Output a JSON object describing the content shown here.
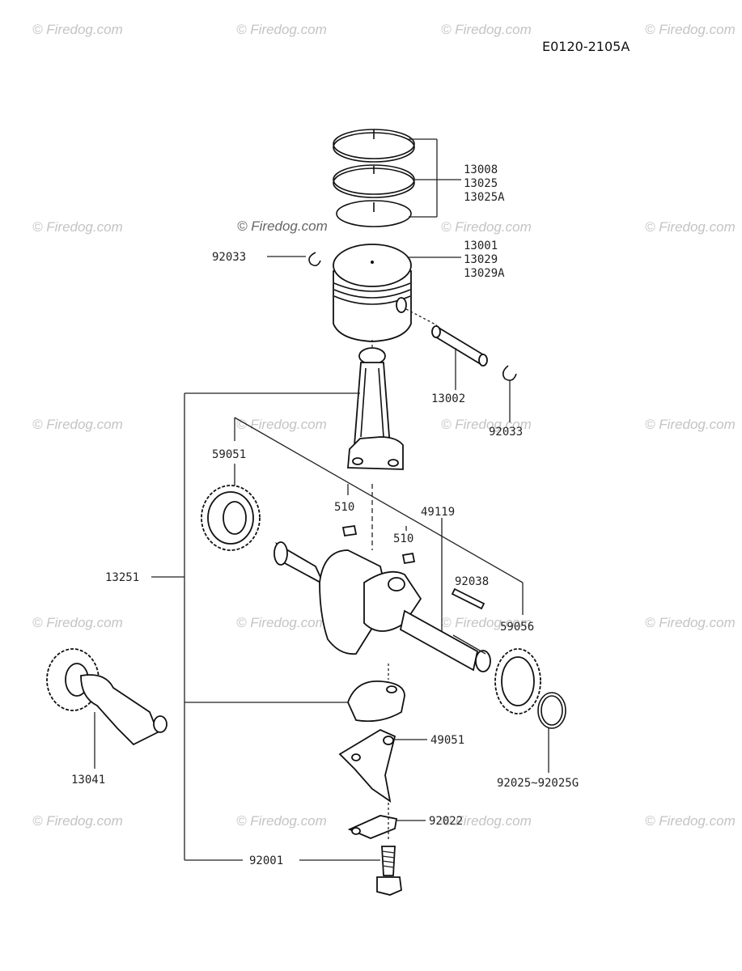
{
  "diagram_code": "E0120-2105A",
  "watermark": "© Firedog.com",
  "labels": {
    "rings": [
      "13008",
      "13025",
      "13025A"
    ],
    "piston": [
      "13001",
      "13029",
      "13029A"
    ],
    "circlip_left": "92033",
    "circlip_right": "92033",
    "piston_pin": "13002",
    "con_rod": "13251",
    "gear_left": "59051",
    "key_a": "510",
    "key_b": "510",
    "crankshaft": "49119",
    "pin": "92038",
    "gear_right": "59056",
    "camshaft": "13041",
    "washer": "92025~92025G",
    "oil_dipper": "49051",
    "lock_plate": "92022",
    "bolt": "92001"
  }
}
